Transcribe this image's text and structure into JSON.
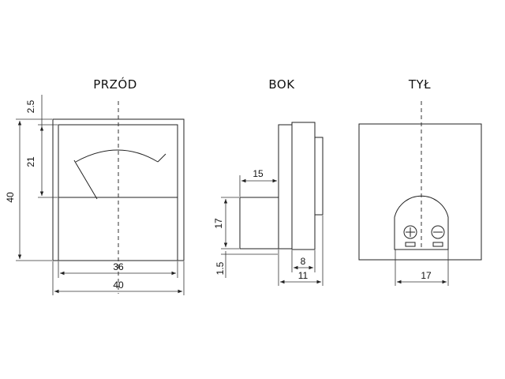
{
  "views": {
    "front": {
      "title": "PRZÓD",
      "dims": {
        "top_gap": "2.5",
        "window_height": "21",
        "total_height": "40",
        "inner_width": "36",
        "outer_width": "40"
      }
    },
    "side": {
      "title": "BOK",
      "dims": {
        "depth": "15",
        "height": "17",
        "offset": "1.5",
        "plate": "8",
        "total": "11"
      }
    },
    "back": {
      "title": "TYŁ",
      "dims": {
        "terminal_spacing": "17"
      },
      "terminals": [
        {
          "name": "positive-terminal",
          "symbol": "plus"
        },
        {
          "name": "negative-terminal",
          "symbol": "minus"
        }
      ]
    }
  },
  "colors": {
    "line": "#222222",
    "background": "#ffffff"
  }
}
